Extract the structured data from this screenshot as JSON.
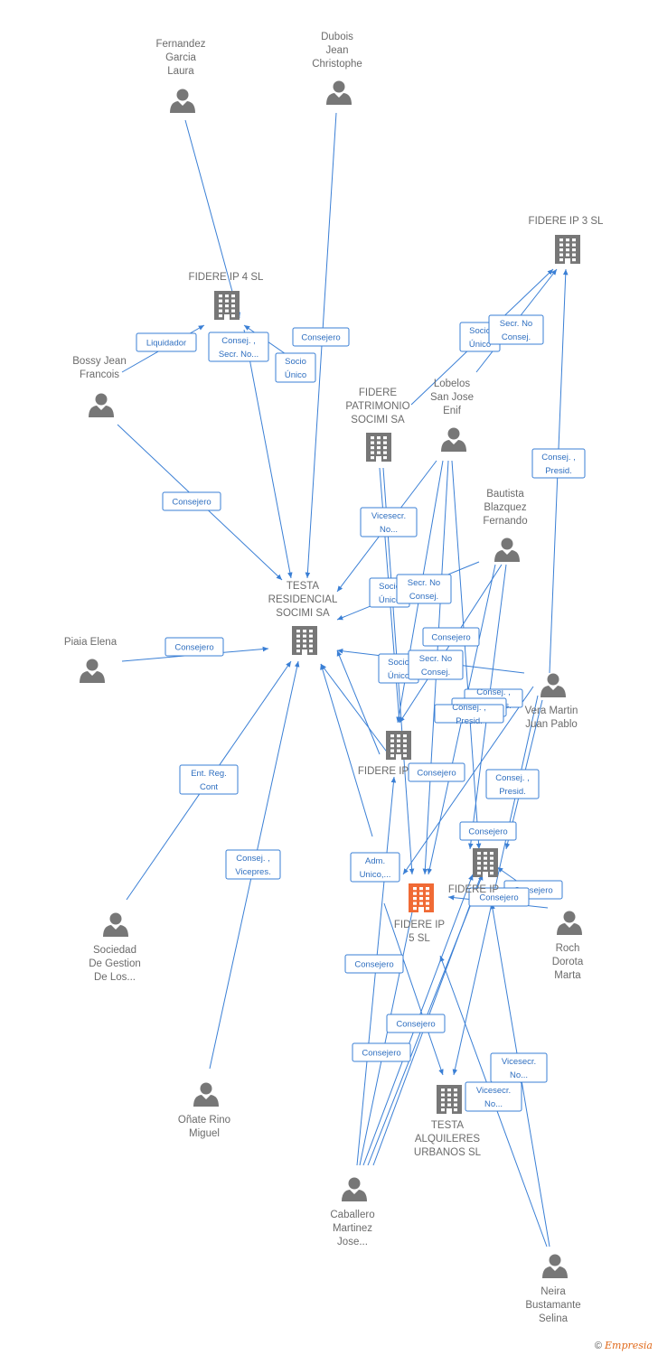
{
  "colors": {
    "edge": "#3a7fd5",
    "person": "#777777",
    "company": "#777777",
    "highlight": "#f06a35"
  },
  "nodes": [
    {
      "id": "fernandez",
      "type": "person",
      "label": [
        "Fernandez",
        "Garcia",
        "Laura"
      ]
    },
    {
      "id": "dubois",
      "type": "person",
      "label": [
        "Dubois",
        "Jean",
        "Christophe"
      ]
    },
    {
      "id": "fidere3",
      "type": "company",
      "label": [
        "FIDERE IP 3  SL"
      ]
    },
    {
      "id": "fidere4",
      "type": "company",
      "label": [
        "FIDERE IP 4  SL"
      ]
    },
    {
      "id": "bossy",
      "type": "person",
      "label": [
        "Bossy Jean",
        "Francois"
      ]
    },
    {
      "id": "patrimonio",
      "type": "company",
      "label": [
        "FIDERE",
        "PATRIMONIO",
        "SOCIMI SA"
      ]
    },
    {
      "id": "lobelos",
      "type": "person",
      "label": [
        "Lobelos",
        "San Jose",
        "Enif"
      ]
    },
    {
      "id": "bautista",
      "type": "person",
      "label": [
        "Bautista",
        "Blazquez",
        "Fernando"
      ]
    },
    {
      "id": "testa_res",
      "type": "company",
      "label": [
        "TESTA",
        "RESIDENCIAL",
        "SOCIMI SA"
      ]
    },
    {
      "id": "piaia",
      "type": "person",
      "label": [
        "Piaia Elena"
      ]
    },
    {
      "id": "vera",
      "type": "person",
      "label": [
        "Vera Martin",
        "Juan Pablo"
      ]
    },
    {
      "id": "fidere_mid",
      "type": "company",
      "label": [
        "FIDERE IP"
      ]
    },
    {
      "id": "fidere_right",
      "type": "company",
      "label": [
        "FIDERE IP"
      ]
    },
    {
      "id": "fidere5",
      "type": "company",
      "highlight": true,
      "label": [
        "FIDERE IP",
        "5  SL"
      ]
    },
    {
      "id": "roch",
      "type": "person",
      "label": [
        "Roch",
        "Dorota",
        "Marta"
      ]
    },
    {
      "id": "sociedad",
      "type": "person",
      "label": [
        "Sociedad",
        "De Gestion",
        "De Los..."
      ]
    },
    {
      "id": "onate",
      "type": "person",
      "label": [
        "Oñate Rino",
        "Miguel"
      ]
    },
    {
      "id": "testa_alq",
      "type": "company",
      "label": [
        "TESTA",
        "ALQUILERES",
        "URBANOS  SL"
      ]
    },
    {
      "id": "caballero",
      "type": "person",
      "label": [
        "Caballero",
        "Martinez",
        "Jose..."
      ]
    },
    {
      "id": "neira",
      "type": "person",
      "label": [
        "Neira",
        "Bustamante",
        "Selina"
      ]
    }
  ],
  "edge_labels": [
    [
      "Liquidador"
    ],
    [
      "Consej. ,",
      "Secr. No..."
    ],
    [
      "Socio",
      "Único"
    ],
    [
      "Consejero"
    ],
    [
      "Socio",
      "Único"
    ],
    [
      "Secr.  No",
      "Consej."
    ],
    [
      "Consejero"
    ],
    [
      "Vicesecr.",
      "No..."
    ],
    [
      "Consej. ,",
      "Presid."
    ],
    [
      "Socio",
      "Único"
    ],
    [
      "Secr.  No",
      "Consej."
    ],
    [
      "Consejero"
    ],
    [
      "Consejero"
    ],
    [
      "Socio",
      "Único"
    ],
    [
      "Secr.  No",
      "Consej."
    ],
    [
      "Consej. ,",
      "Vicepres."
    ],
    [
      "Consejero"
    ],
    [
      "Consej. ,",
      "Presid."
    ],
    [
      "Consej. ,",
      "Presid."
    ],
    [
      "Consejero"
    ],
    [
      "Ent.  Reg.",
      "Cont"
    ],
    [
      "Consej. ,",
      "Vicepres."
    ],
    [
      "Adm.",
      "Unico,..."
    ],
    [
      "Consejero"
    ],
    [
      "Consejero"
    ],
    [
      "Consejero"
    ],
    [
      "Consejero"
    ],
    [
      "Consejero"
    ],
    [
      "Consejero"
    ],
    [
      "Vicesecr.",
      "No..."
    ],
    [
      "Vicesecr.",
      "No..."
    ]
  ],
  "footer": {
    "copyright": "©",
    "brand": "Empresia"
  }
}
